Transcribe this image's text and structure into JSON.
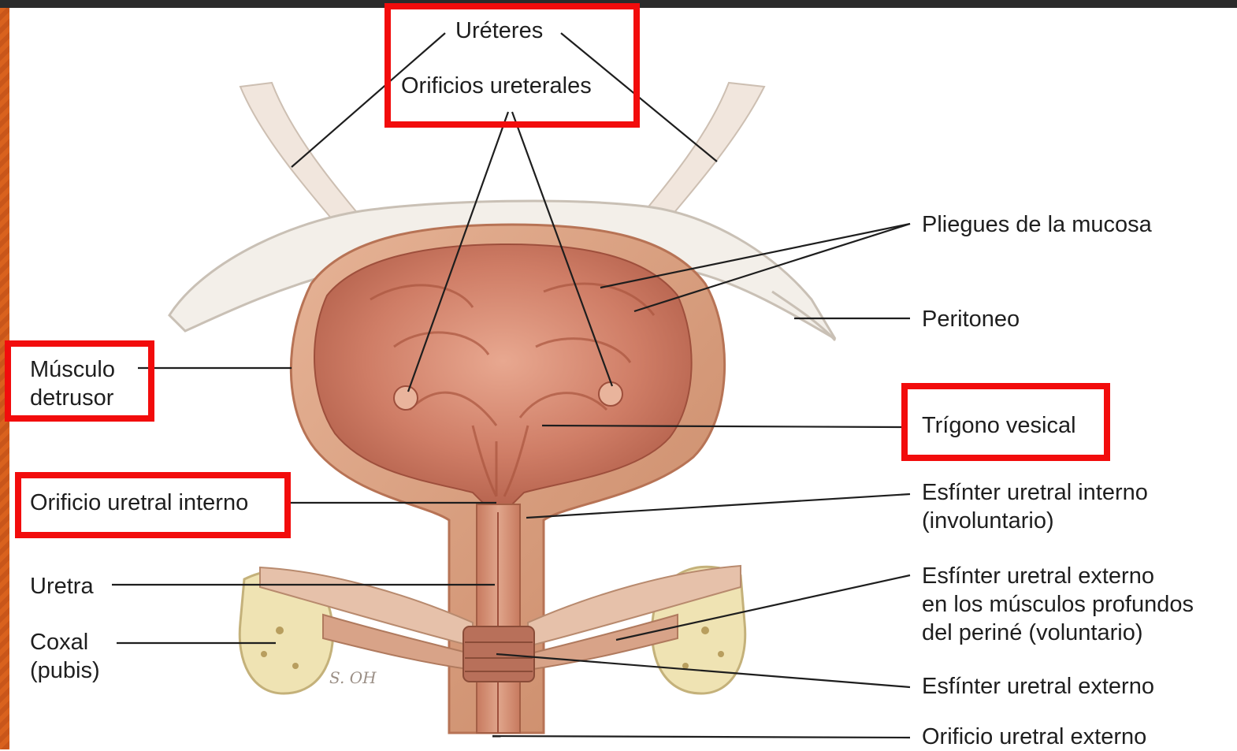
{
  "labels": {
    "ureteres": "Uréteres",
    "orificios_ureterales": "Orificios ureterales",
    "pliegues": "Pliegues de la mucosa",
    "peritoneo": "Peritoneo",
    "musculo_detrusor_1": "Músculo",
    "musculo_detrusor_2": "detrusor",
    "trigono": "Trígono vesical",
    "orificio_uretral_interno": "Orificio uretral interno",
    "esfinter_interno_1": "Esfínter uretral interno",
    "esfinter_interno_2": "(involuntario)",
    "uretra": "Uretra",
    "esfinter_externo_profundo_1": "Esfínter uretral externo",
    "esfinter_externo_profundo_2": "en los músculos profundos",
    "esfinter_externo_profundo_3": "del periné (voluntario)",
    "coxal_1": "Coxal",
    "coxal_2": "(pubis)",
    "esfinter_externo": "Esfínter uretral externo",
    "orificio_uretral_externo": "Orificio uretral externo"
  },
  "signature": "S. OH",
  "colors": {
    "highlight": "#f20c0c",
    "bladder_wall": "#d79a78",
    "mucosa": "#c9735e",
    "peritoneum": "#efeae2",
    "bone": "#efe3b3"
  }
}
